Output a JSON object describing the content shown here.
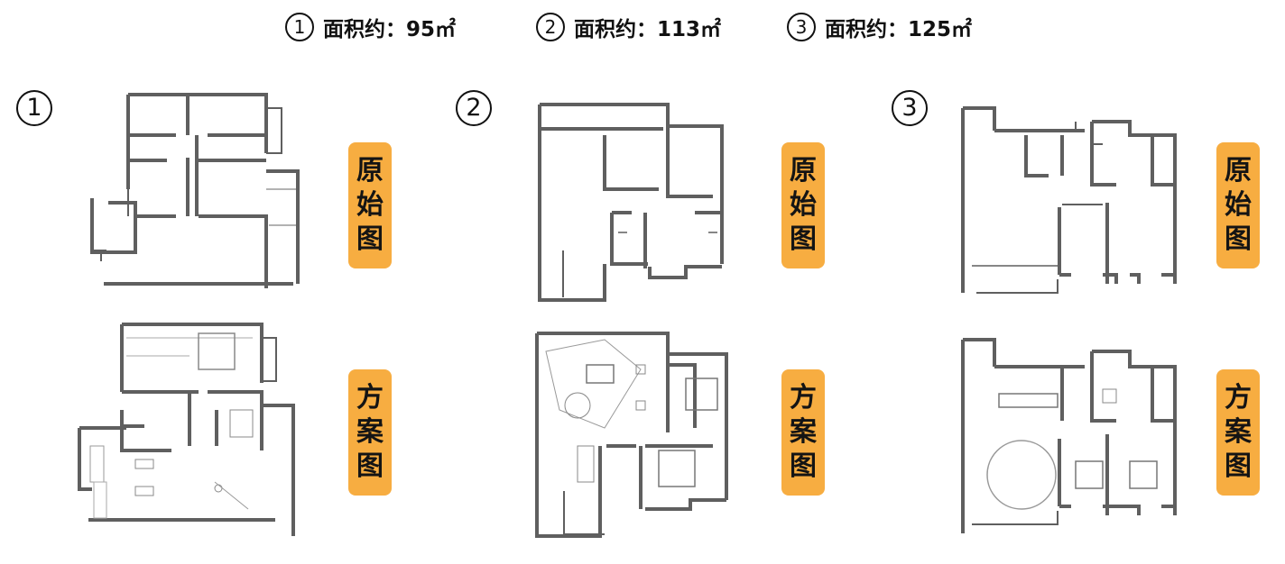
{
  "header": {
    "items": [
      {
        "num": "1",
        "label": "面积约：95㎡"
      },
      {
        "num": "2",
        "label": "面积约：113㎡"
      },
      {
        "num": "3",
        "label": "面积约：125㎡"
      }
    ]
  },
  "groups": [
    {
      "num": "1",
      "original_label": [
        "原",
        "始",
        "图"
      ],
      "plan_label": [
        "方",
        "案",
        "图"
      ]
    },
    {
      "num": "2",
      "original_label": [
        "原",
        "始",
        "图"
      ],
      "plan_label": [
        "方",
        "案",
        "图"
      ]
    },
    {
      "num": "3",
      "original_label": [
        "原",
        "始",
        "图"
      ],
      "plan_label": [
        "方",
        "案",
        "图"
      ]
    }
  ],
  "colors": {
    "badge": "#f7ad41",
    "wall": "#5f5f5f"
  }
}
